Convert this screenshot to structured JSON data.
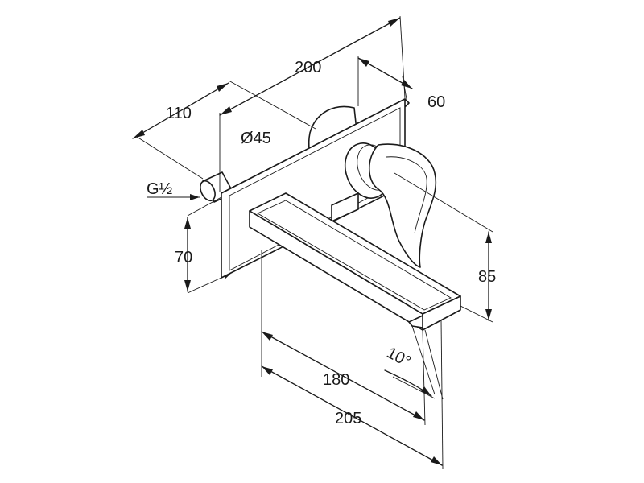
{
  "diagram": {
    "dimensions": {
      "overall_depth": "200",
      "plate_depth": "60",
      "inlet_length": "110",
      "plate_diameter": "Ø45",
      "thread": "G½",
      "inlet_height": "70",
      "spout_height": "85",
      "spout_projection": "180",
      "total_projection": "205",
      "flow_angle": "10°"
    }
  }
}
